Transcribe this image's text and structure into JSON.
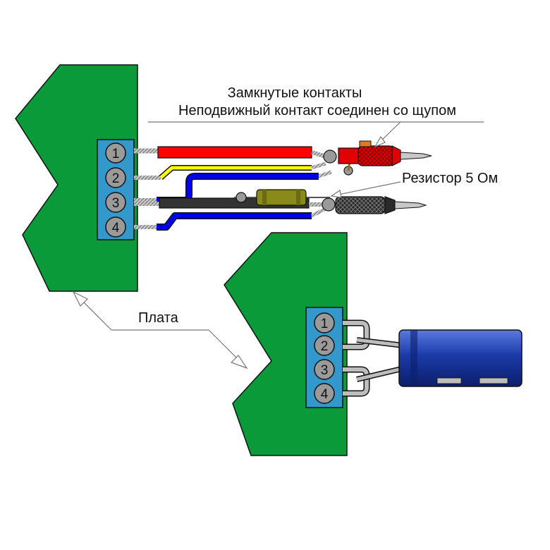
{
  "labels": {
    "closed_contacts": "Замкнутые контакты",
    "fixed_contact": "Неподвижный контакт соединен со щупом",
    "resistor": "Резистор 5 Ом",
    "board": "Плата"
  },
  "connector_top": {
    "pins": [
      "1",
      "2",
      "3",
      "4"
    ]
  },
  "connector_bottom": {
    "pins": [
      "1",
      "2",
      "3",
      "4"
    ]
  },
  "colors": {
    "board": "#0a9a3a",
    "connector": "#3399cc",
    "pin": "#9a9a9a",
    "wire_red": "#ff0000",
    "wire_yellow": "#ffff00",
    "wire_blue": "#0000ee",
    "wire_black": "#333333",
    "resistor": "#8a8a1a",
    "probe_red": "#e00000",
    "probe_black": "#222222",
    "capacitor": "#1a3aa8"
  }
}
